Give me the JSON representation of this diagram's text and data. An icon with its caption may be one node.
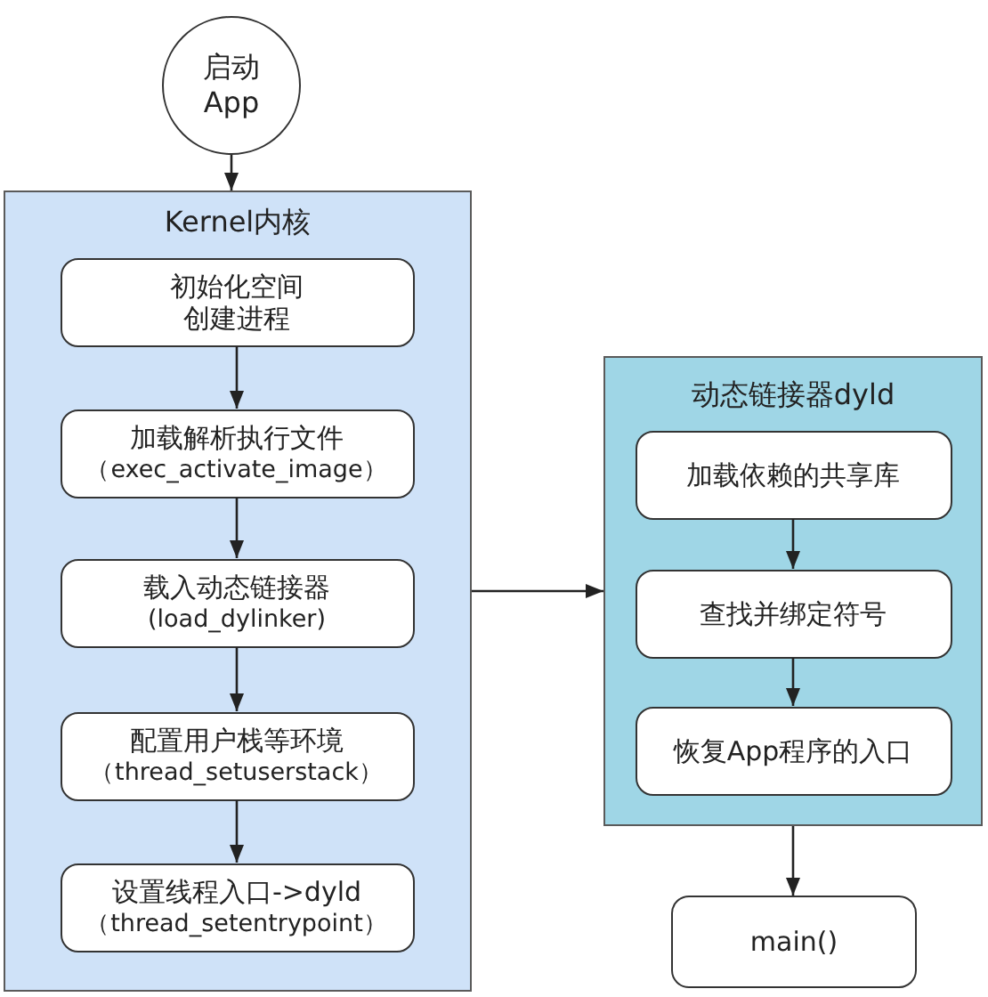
{
  "diagram": {
    "nodes": [
      {
        "text": [
          "启动App"
        ]
      },
      {
        "text": [
          "Kernel内核"
        ]
      },
      {
        "text": [
          "初始化空间创建进程"
        ],
        "in": 1
      },
      {
        "text": [
          "加载解析执行文件",
          "（exec_activate_image）"
        ],
        "in": 1
      },
      {
        "text": [
          "载入动态链接器",
          "(load_dylinker)"
        ],
        "in": 1
      },
      {
        "text": [
          "配置用户栈等环境",
          "（thread_setuserstack）"
        ],
        "in": 1
      },
      {
        "text": [
          "设置线程入口->dyld",
          "（thread_setentrypoint）"
        ],
        "in": 1
      },
      {
        "text": [
          "动态链接器dyld"
        ]
      },
      {
        "text": [
          "加载依赖的共享库"
        ],
        "in": 7
      },
      {
        "text": [
          "查找并绑定符号"
        ],
        "in": 7
      },
      {
        "text": [
          "恢复App程序的入口"
        ],
        "in": 7
      },
      {
        "text": [
          "main()"
        ]
      }
    ],
    "edges": [
      {
        "from": 0,
        "to": 1,
        "arrow": "to"
      },
      {
        "from": 2,
        "to": 3,
        "arrow": "to"
      },
      {
        "from": 3,
        "to": 4,
        "arrow": "to"
      },
      {
        "from": 4,
        "to": 5,
        "arrow": "to"
      },
      {
        "from": 5,
        "to": 6,
        "arrow": "to"
      },
      {
        "from": 1,
        "to": 7,
        "arrow": "to"
      },
      {
        "from": 8,
        "to": 9,
        "arrow": "to"
      },
      {
        "from": 9,
        "to": 10,
        "arrow": "to"
      },
      {
        "from": 7,
        "to": 11,
        "arrow": "to"
      }
    ]
  }
}
